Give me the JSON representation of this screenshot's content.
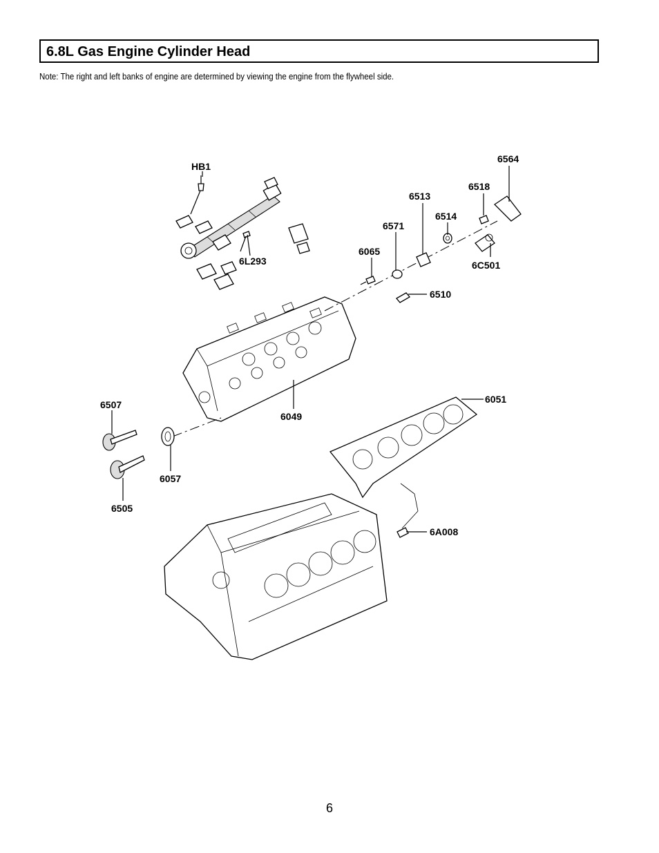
{
  "header": {
    "title": "6.8L Gas Engine Cylinder Head"
  },
  "note": "Note: The right and left banks of engine are determined by viewing the engine from the flywheel side.",
  "diagram": {
    "labels": {
      "hb1": "HB1",
      "l6564": "6564",
      "l6518": "6518",
      "l6513": "6513",
      "l6514": "6514",
      "l6571": "6571",
      "l6065": "6065",
      "l6L293": "6L293",
      "l6C501": "6C501",
      "l6510": "6510",
      "l6507": "6507",
      "l6049": "6049",
      "l6051": "6051",
      "l6057": "6057",
      "l6505": "6505",
      "l6A008": "6A008"
    }
  },
  "footer": {
    "page_number": "6"
  }
}
